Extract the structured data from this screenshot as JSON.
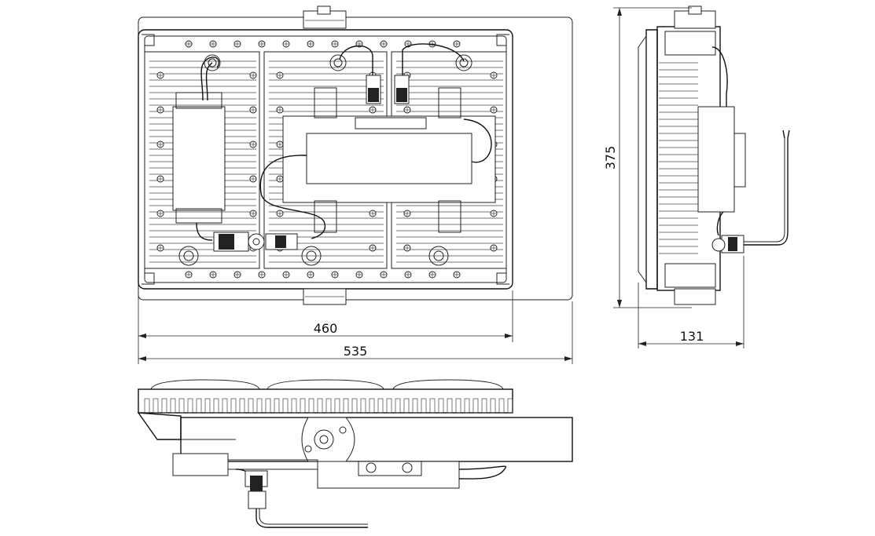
{
  "drawing": {
    "title": "",
    "dimensions": {
      "heat_sink_width": "460",
      "overall_width": "535",
      "height": "375",
      "depth": "131"
    },
    "views": [
      "front-view",
      "side-view",
      "bottom-view"
    ],
    "line_color": "#222222",
    "background_color": "#ffffff"
  }
}
